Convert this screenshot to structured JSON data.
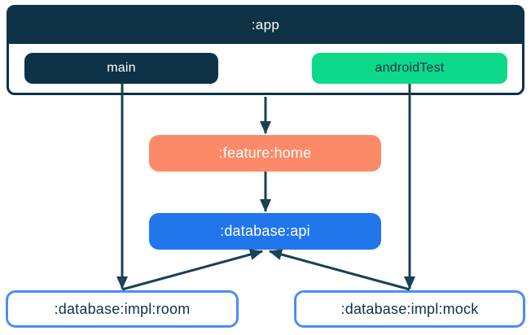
{
  "colors": {
    "navy": "#0d3245",
    "green": "#0cd98a",
    "coral": "#fc8a68",
    "blue": "#2176ec",
    "impl_node_border": "#4a8df5",
    "arrow": "#1a4251",
    "background": "#ffffff",
    "text_on_dark": "#ffffff",
    "text_on_light": "#0d3245"
  },
  "diagram": {
    "app_module": {
      "label": ":app",
      "source_sets": [
        {
          "id": "main",
          "label": "main",
          "fill": "#0d3245"
        },
        {
          "id": "androidTest",
          "label": "androidTest",
          "fill": "#0cd98a"
        }
      ]
    },
    "nodes": [
      {
        "id": "feature-home",
        "label": ":feature:home",
        "fill": "#fc8a68"
      },
      {
        "id": "database-api",
        "label": ":database:api",
        "fill": "#2176ec"
      },
      {
        "id": "database-impl-room",
        "label": ":database:impl:room",
        "fill": "#ffffff"
      },
      {
        "id": "database-impl-mock",
        "label": ":database:impl:mock",
        "fill": "#ffffff"
      }
    ],
    "edges": [
      {
        "from": ":app",
        "to": ":feature:home"
      },
      {
        "from": ":feature:home",
        "to": ":database:api"
      },
      {
        "from": "main",
        "to": ":database:impl:room"
      },
      {
        "from": "androidTest",
        "to": ":database:impl:mock"
      },
      {
        "from": ":database:impl:room",
        "to": ":database:api"
      },
      {
        "from": ":database:impl:mock",
        "to": ":database:api"
      }
    ]
  }
}
